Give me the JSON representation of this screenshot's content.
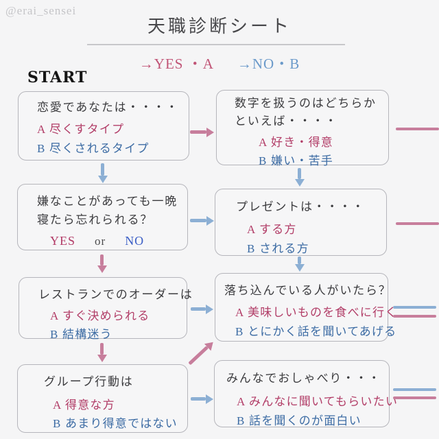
{
  "watermark": "@erai_sensei",
  "title": "天職診断シート",
  "legend": {
    "yes": "→YES ・A",
    "no": "→NO・B"
  },
  "start_label": "START",
  "boxes": [
    {
      "q1": "恋愛であなたは・・・・",
      "a": "A 尽くすタイプ",
      "b": "B 尽くされるタイプ"
    },
    {
      "q1": "数字を扱うのはどちらか",
      "q2": "といえば・・・・",
      "a": "A 好き・得意",
      "b": "B 嫌い・苦手"
    },
    {
      "q1": "嫌なことがあっても一晩",
      "q2": "寝たら忘れられる？",
      "yes": "YES",
      "or": "or",
      "no": "NO"
    },
    {
      "q1": "プレゼントは・・・・",
      "a": "A する方",
      "b": "B される方"
    },
    {
      "q1": "レストランでのオーダーは",
      "a": "A すぐ決められる",
      "b": "B 結構迷う"
    },
    {
      "q1": "落ち込んでいる人がいたら？",
      "a": "A 美味しいものを食べに行く",
      "b": "B とにかく話を聞いてあげる"
    },
    {
      "q1": "グループ行動は",
      "a": "A 得意な方",
      "b": "B あまり得意ではない"
    },
    {
      "q1": "みんなでおしゃべり・・・",
      "a": "A みんなに聞いてもらいたい",
      "b": "B 話を聞くのが面白い"
    }
  ],
  "edges": [
    {
      "from": "q1",
      "to": "q2",
      "type": "arrow",
      "color": "pink"
    },
    {
      "from": "q1",
      "to": "q3",
      "type": "arrow",
      "color": "blue"
    },
    {
      "from": "q2",
      "to": "q4",
      "type": "arrow",
      "color": "blue"
    },
    {
      "from": "q2",
      "to": "right-edge",
      "type": "line",
      "color": "pink"
    },
    {
      "from": "q3",
      "to": "q4",
      "type": "arrow",
      "color": "blue"
    },
    {
      "from": "q3",
      "to": "q5",
      "type": "arrow",
      "color": "pink"
    },
    {
      "from": "q4",
      "to": "q6",
      "type": "arrow",
      "color": "blue"
    },
    {
      "from": "q4",
      "to": "right-edge",
      "type": "line",
      "color": "pink"
    },
    {
      "from": "q5",
      "to": "q6",
      "type": "arrow",
      "color": "blue"
    },
    {
      "from": "q5",
      "to": "q7",
      "type": "arrow",
      "color": "pink"
    },
    {
      "from": "q6",
      "to": "right-edge",
      "type": "line",
      "color": "blue"
    },
    {
      "from": "q6",
      "to": "right-edge",
      "type": "line",
      "color": "pink"
    },
    {
      "from": "q7",
      "to": "q6",
      "type": "arrow-diagonal",
      "color": "pink"
    },
    {
      "from": "q7",
      "to": "q8",
      "type": "arrow",
      "color": "blue"
    },
    {
      "from": "q8",
      "to": "right-edge",
      "type": "line",
      "color": "blue"
    },
    {
      "from": "q8",
      "to": "right-edge",
      "type": "line",
      "color": "pink"
    }
  ],
  "colors": {
    "answer_a_pink": "#b23e68",
    "answer_b_blue": "#3d6ca4",
    "no_blue": "#3b5ec6",
    "arrow_pink": "#c77e9c",
    "arrow_blue": "#8cafd4",
    "legend_pink": "#c15577",
    "legend_blue": "#6b9aca",
    "background": "#f5f5f6"
  }
}
